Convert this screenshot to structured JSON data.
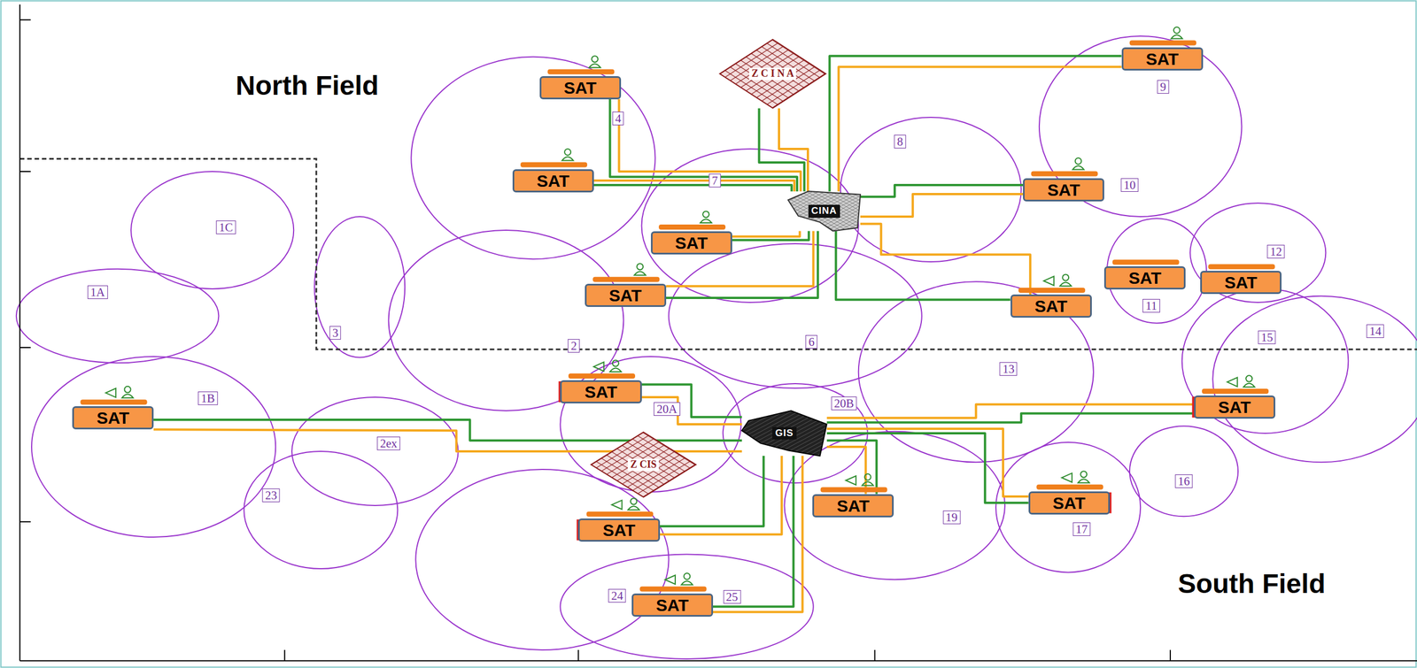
{
  "diagram": {
    "nodes": [
      {
        "text": [
          "Z C I N A"
        ]
      },
      {
        "text": [
          "SAT"
        ]
      },
      {
        "text": [
          "SAT"
        ]
      },
      {
        "text": [
          "SAT"
        ]
      },
      {
        "text": [
          "SAT"
        ]
      },
      {
        "text": [
          "CINA"
        ]
      },
      {
        "text": [
          "SAT"
        ]
      },
      {
        "text": [
          "SAT"
        ]
      },
      {
        "text": [
          "SAT"
        ]
      },
      {
        "text": [
          "SAT"
        ]
      },
      {
        "text": [
          "SAT"
        ]
      },
      {
        "text": [
          "SAT"
        ]
      },
      {
        "text": [
          "SAT"
        ]
      },
      {
        "text": [
          "SAT"
        ]
      },
      {
        "text": [
          "GIS"
        ]
      },
      {
        "text": [
          "Z CIS"
        ]
      },
      {
        "text": [
          "SAT"
        ]
      },
      {
        "text": [
          "SAT"
        ]
      },
      {
        "text": [
          "SAT"
        ]
      },
      {
        "text": [
          "SAT"
        ]
      }
    ],
    "edges": [
      {
        "from": 1,
        "to": 5,
        "arrow": "none"
      },
      {
        "from": 1,
        "to": 5,
        "arrow": "none"
      },
      {
        "from": 3,
        "to": 5,
        "arrow": "none"
      },
      {
        "from": 3,
        "to": 5,
        "arrow": "none"
      },
      {
        "from": 0,
        "to": 5,
        "arrow": "none"
      },
      {
        "from": 0,
        "to": 5,
        "arrow": "none"
      },
      {
        "from": 2,
        "to": 5,
        "arrow": "none"
      },
      {
        "from": 2,
        "to": 5,
        "arrow": "none"
      },
      {
        "from": 4,
        "to": 5,
        "arrow": "none"
      },
      {
        "from": 4,
        "to": 5,
        "arrow": "none"
      },
      {
        "from": 10,
        "to": 5,
        "arrow": "none"
      },
      {
        "from": 10,
        "to": 5,
        "arrow": "none"
      },
      {
        "from": 6,
        "to": 5,
        "arrow": "none"
      },
      {
        "from": 6,
        "to": 5,
        "arrow": "none"
      },
      {
        "from": 9,
        "to": 5,
        "arrow": "none"
      },
      {
        "from": 9,
        "to": 5,
        "arrow": "none"
      },
      {
        "from": 11,
        "to": 14,
        "arrow": "none"
      },
      {
        "from": 11,
        "to": 14,
        "arrow": "none"
      },
      {
        "from": 13,
        "to": 14,
        "arrow": "none"
      },
      {
        "from": 13,
        "to": 14,
        "arrow": "none"
      },
      {
        "from": 12,
        "to": 14,
        "arrow": "none"
      },
      {
        "from": 12,
        "to": 14,
        "arrow": "none"
      },
      {
        "from": 16,
        "to": 14,
        "arrow": "none"
      },
      {
        "from": 16,
        "to": 14,
        "arrow": "none"
      },
      {
        "from": 17,
        "to": 14,
        "arrow": "none"
      },
      {
        "from": 17,
        "to": 14,
        "arrow": "none"
      },
      {
        "from": 18,
        "to": 14,
        "arrow": "none"
      },
      {
        "from": 18,
        "to": 14,
        "arrow": "none"
      },
      {
        "from": 19,
        "to": 14,
        "arrow": "none"
      },
      {
        "from": 19,
        "to": 14,
        "arrow": "none"
      }
    ],
    "labels": [
      "North Field",
      "South Field",
      "4",
      "7",
      "8",
      "9",
      "10",
      "1C",
      "1A",
      "11",
      "12",
      "3",
      "2",
      "6",
      "15",
      "14",
      "13",
      "1B",
      "20A",
      "20B",
      "2ex",
      "23",
      "16",
      "19",
      "17",
      "24",
      "25"
    ]
  }
}
